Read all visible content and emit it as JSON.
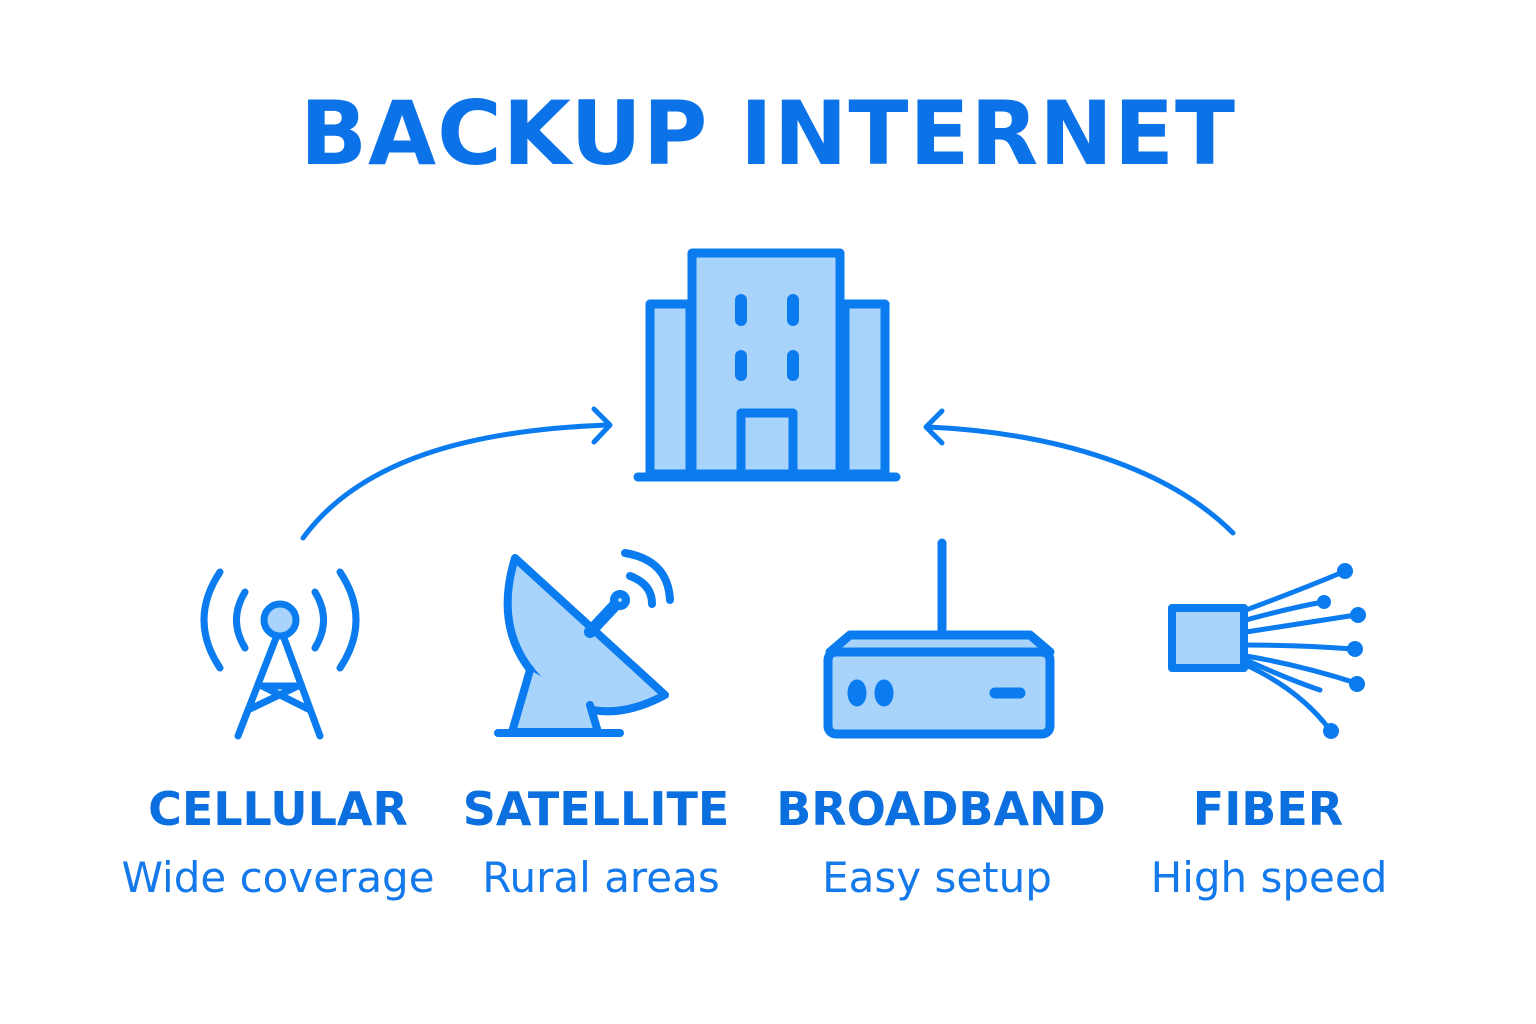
{
  "title": "BACKUP INTERNET",
  "colors": {
    "stroke": "#0a7cf0",
    "fill": "#a8d3fb",
    "text": "#0b6fe0"
  },
  "center": {
    "icon": "office-building-icon"
  },
  "options": [
    {
      "label": "CELLULAR",
      "description": "Wide coverage",
      "icon": "cell-tower-icon"
    },
    {
      "label": "SATELLITE",
      "description": "Rural areas",
      "icon": "satellite-dish-icon"
    },
    {
      "label": "BROADBAND",
      "description": "Easy setup",
      "icon": "router-icon"
    },
    {
      "label": "FIBER",
      "description": "High speed",
      "icon": "fiber-optic-icon"
    }
  ]
}
